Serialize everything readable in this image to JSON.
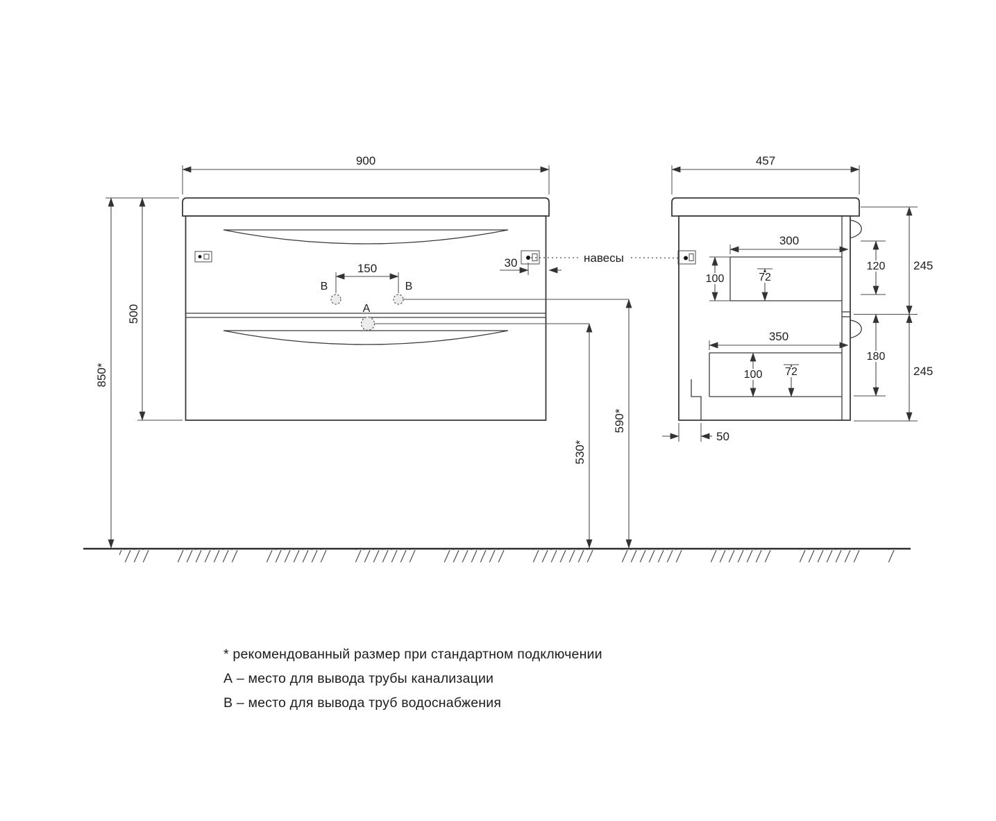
{
  "front_view": {
    "width": "900",
    "cabinet_height": "500",
    "mount_height": "850*",
    "b_spacing": "150",
    "hanger_offset": "30",
    "hangers_label": "навесы",
    "point_a": "А",
    "point_b_left": "В",
    "point_b_right": "В",
    "water_outlet_height": "590*",
    "drain_outlet_height": "530*"
  },
  "side_view": {
    "depth": "457",
    "drawer_top": {
      "inner_depth": "300",
      "inner_height": "100",
      "side_height": "72",
      "front_opening": "120",
      "front_height": "245"
    },
    "drawer_bottom": {
      "inner_depth": "350",
      "inner_height": "100",
      "side_height": "72",
      "front_opening": "180",
      "front_height": "245"
    },
    "service_gap": "50"
  },
  "notes": [
    "* рекомендованный размер при стандартном подключении",
    "А – место для вывода трубы канализации",
    "В – место для вывода труб водоснабжения"
  ]
}
